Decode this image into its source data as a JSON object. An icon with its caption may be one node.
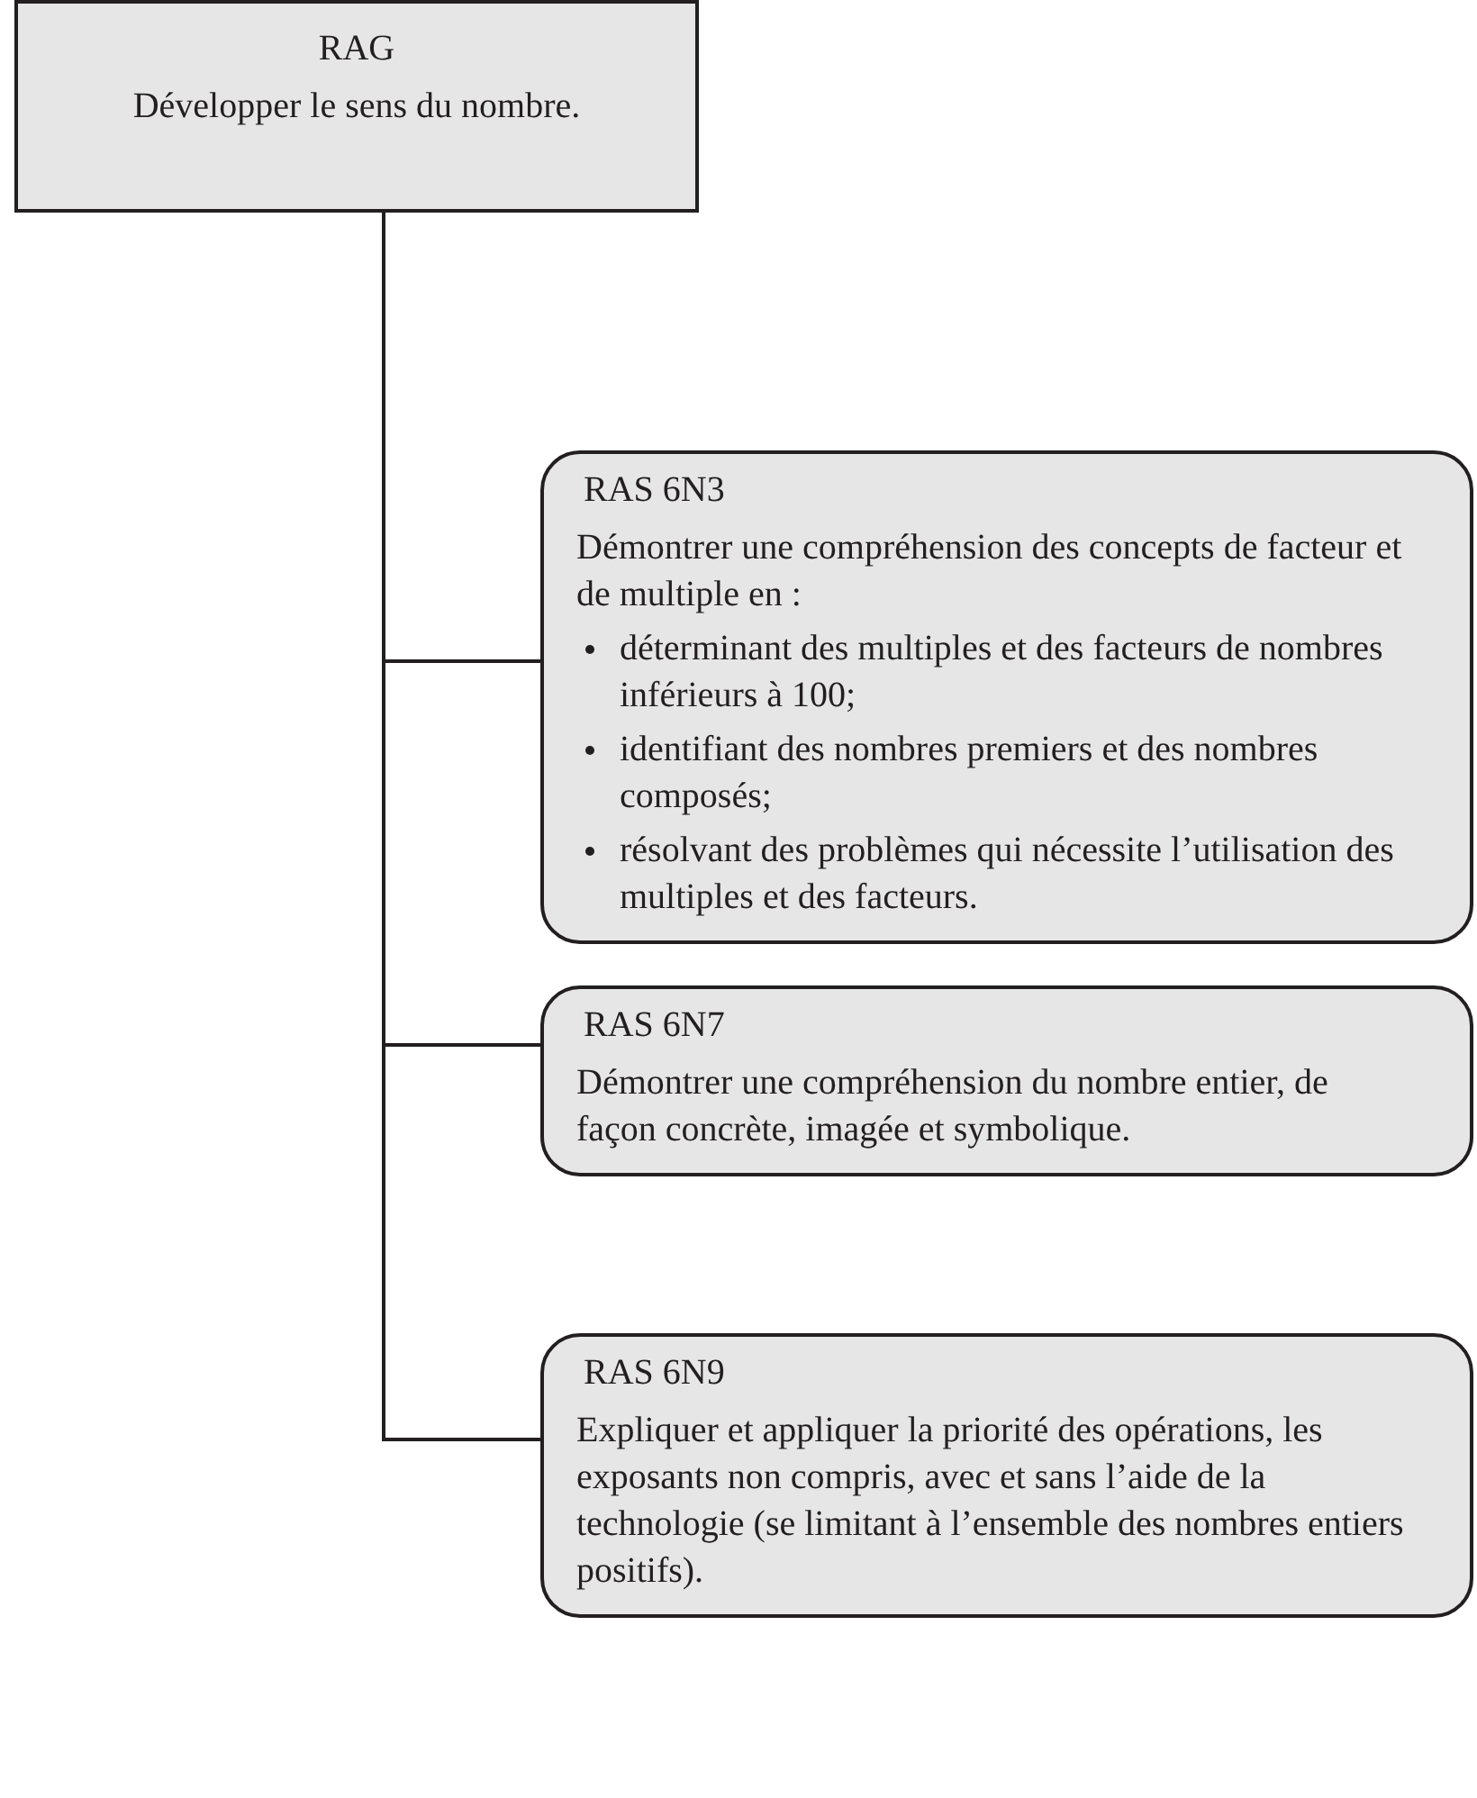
{
  "diagram": {
    "nodes": [
      {
        "text": [
          "RAG",
          "Développer le sens du nombre."
        ]
      },
      {
        "text": [
          "RAS 6N3",
          "Démontrer une compréhension des concepts de facteur et de multiple en :",
          "déterminant des multiples et des facteurs de nombres inférieurs à 100;",
          "identifiant des nombres premiers et des nombres composés;",
          "résolvant des problèmes qui nécessite l’utilisation des multiples et des facteurs."
        ]
      },
      {
        "text": [
          "RAS 6N7",
          "Démontrer une compréhension du nombre entier, de façon concrète, imagée et symbolique."
        ]
      },
      {
        "text": [
          "RAS 6N9",
          "Expliquer et appliquer la priorité des opérations, les exposants non compris, avec et sans l’aide de la technologie (se limitant à l’ensemble des nombres entiers positifs)."
        ]
      }
    ],
    "edges": [
      {
        "from": 0,
        "to": 1,
        "arrow": "none"
      },
      {
        "from": 0,
        "to": 2,
        "arrow": "none"
      },
      {
        "from": 0,
        "to": 3,
        "arrow": "none"
      }
    ]
  }
}
